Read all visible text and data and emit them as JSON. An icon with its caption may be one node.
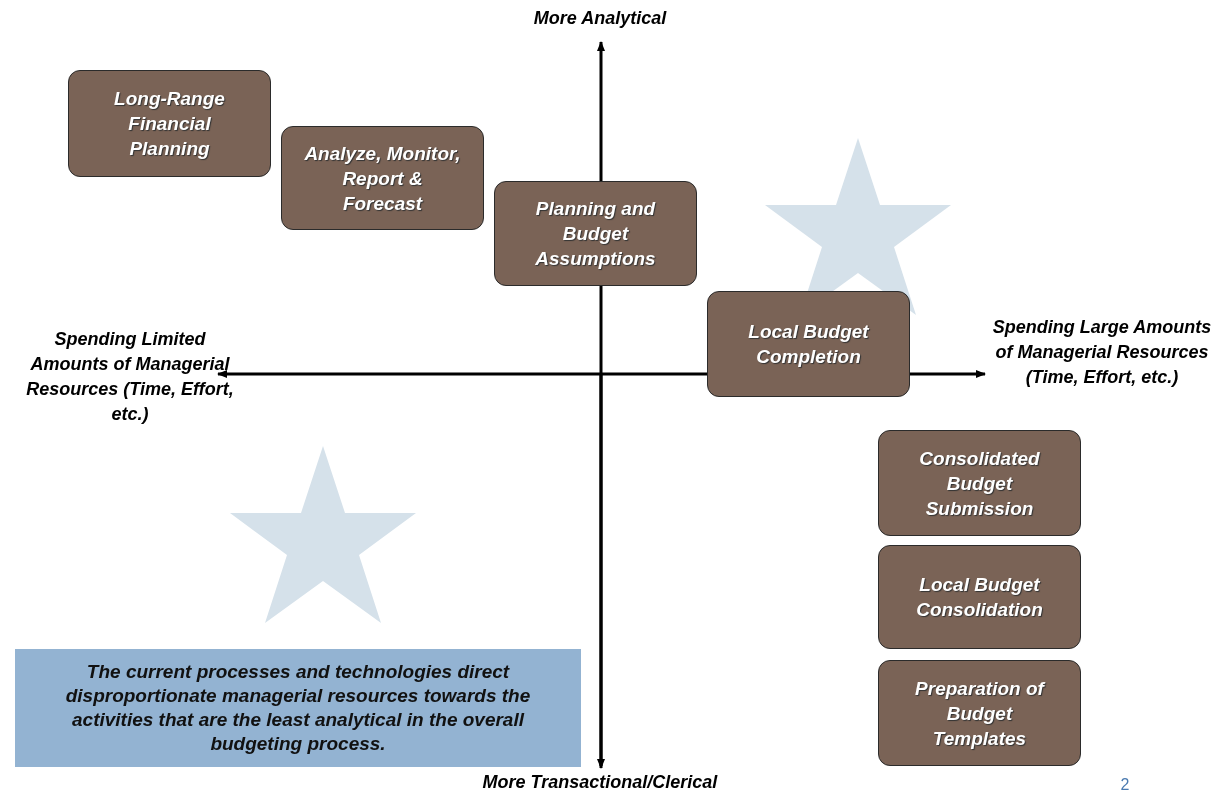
{
  "diagram": {
    "nodes": [
      {
        "text": [
          "Long-Range Financial Planning"
        ]
      },
      {
        "text": [
          "Analyze, Monitor, Report & Forecast"
        ]
      },
      {
        "text": [
          "Planning and Budget Assumptions"
        ]
      },
      {
        "text": [
          "Local Budget Completion"
        ]
      },
      {
        "text": [
          "Consolidated Budget Submission"
        ]
      },
      {
        "text": [
          "Local Budget Consolidation"
        ]
      },
      {
        "text": [
          "Preparation of Budget Templates"
        ]
      },
      {
        "text": [
          "The current processes and technologies direct disproportionate managerial resources towards the activities that are the least analytical in the overall budgeting process."
        ]
      }
    ],
    "edges": [],
    "labels": [
      "More Analytical",
      "Spending Limited Amounts of Managerial Resources (Time, Effort, etc.)",
      "Spending Large Amounts of Managerial Resources (Time, Effort, etc.)",
      "More Transactional/Clerical",
      "2"
    ]
  }
}
